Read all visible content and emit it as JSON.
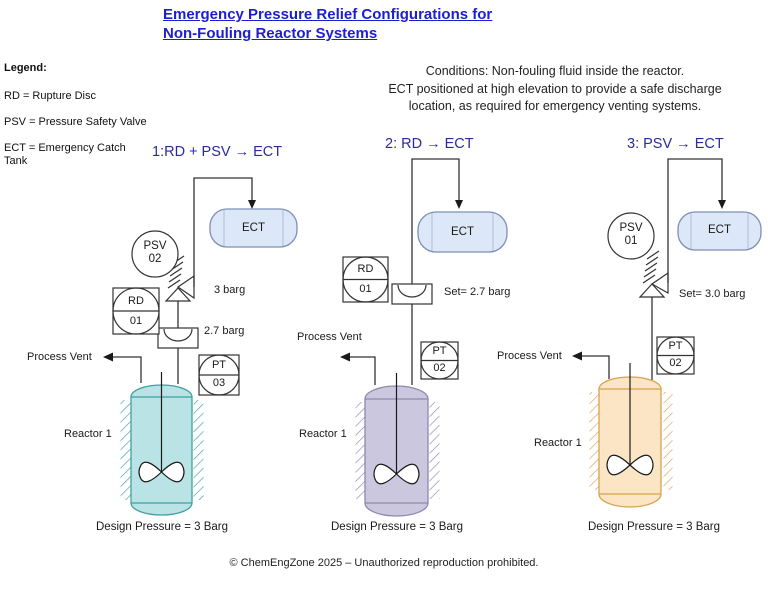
{
  "page": {
    "title_line1": "Emergency Pressure Relief Configurations for",
    "title_line2": "Non-Fouling Reactor Systems",
    "footer": "© ChemEngZone 2025 – Unauthorized reproduction prohibited."
  },
  "legend": {
    "heading": "Legend:",
    "items": [
      "RD = Rupture Disc",
      "PSV = Pressure Safety Valve",
      "ECT = Emergency Catch Tank"
    ]
  },
  "conditions": {
    "line1": "Conditions: Non-fouling fluid inside the reactor.",
    "line2": "ECT positioned at high elevation to provide a safe discharge",
    "line3": "location, as required for emergency venting systems."
  },
  "configs": [
    {
      "heading": "1:RD + PSV → ECT",
      "psv_tag": [
        "PSV",
        "02"
      ],
      "rd_tag": [
        "RD",
        "01"
      ],
      "pt_tag": [
        "PT",
        "03"
      ],
      "psv_set_label": "3 barg",
      "rd_set_label": "2.7 barg",
      "ect_label": "ECT",
      "process_vent_label": "Process Vent",
      "reactor_label": "Reactor 1",
      "design_pressure_label": "Design Pressure = 3 Barg"
    },
    {
      "heading": "2: RD → ECT",
      "rd_tag": [
        "RD",
        "01"
      ],
      "pt_tag": [
        "PT",
        "02"
      ],
      "rd_set_label": "Set= 2.7 barg",
      "ect_label": "ECT",
      "process_vent_label": "Process Vent",
      "reactor_label": "Reactor 1",
      "design_pressure_label": "Design Pressure = 3 Barg"
    },
    {
      "heading": "3: PSV → ECT",
      "psv_tag": [
        "PSV",
        "01"
      ],
      "pt_tag": [
        "PT",
        "02"
      ],
      "psv_set_label": "Set= 3.0 barg",
      "ect_label": "ECT",
      "process_vent_label": "Process Vent",
      "reactor_label": "Reactor 1",
      "design_pressure_label": "Design Pressure = 3 Barg"
    }
  ],
  "colors": {
    "title_blue": "#1d1dd2",
    "heading_blue": "#2b2b9e",
    "line": "#333333",
    "reactor1_fill": "#b9e3e4",
    "reactor1_stroke": "#3fa0a2",
    "reactor2_fill": "#cac7de",
    "reactor2_stroke": "#8d89ac",
    "reactor3_fill": "#fbe5c5",
    "reactor3_stroke": "#d8a24e",
    "ect_fill": "#dce7f7",
    "ect_stroke": "#7d90b4"
  }
}
